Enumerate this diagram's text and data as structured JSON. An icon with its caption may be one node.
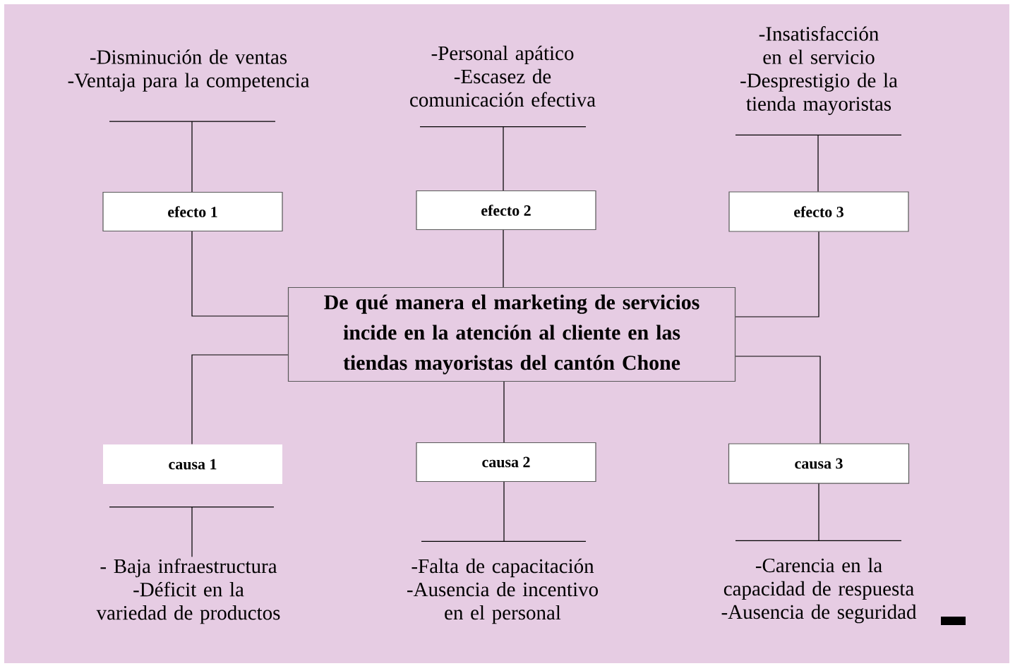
{
  "diagram": {
    "nodes": [
      {
        "text": [
          "-Disminución de ventas",
          "-Ventaja para la competencia"
        ]
      },
      {
        "text": [
          "-Personal apático",
          "-Escasez de comunicación efectiva"
        ]
      },
      {
        "text": [
          "-Insatisfacción en el servicio",
          "-Desprestigio de la tienda mayoristas"
        ]
      },
      {
        "text": [
          "efecto 1"
        ]
      },
      {
        "text": [
          "efecto 2"
        ]
      },
      {
        "text": [
          "efecto 3"
        ]
      },
      {
        "text": [
          "De qué manera el marketing de servicios incide en la atención al cliente en las tiendas mayoristas del cantón Chone"
        ]
      },
      {
        "text": [
          "causa 1"
        ]
      },
      {
        "text": [
          "causa 2"
        ]
      },
      {
        "text": [
          "causa 3"
        ]
      },
      {
        "text": [
          "- Baja infraestructura",
          "-Déficit en la variedad de productos"
        ]
      },
      {
        "text": [
          "-Falta de capacitación",
          "-Ausencia de incentivo en el personal"
        ]
      },
      {
        "text": [
          "-Carencia en la capacidad de respuesta",
          "-Ausencia de seguridad"
        ]
      }
    ],
    "edges": [
      {
        "from": 0,
        "to": 3,
        "arrow": "none"
      },
      {
        "from": 1,
        "to": 4,
        "arrow": "none"
      },
      {
        "from": 2,
        "to": 5,
        "arrow": "none"
      },
      {
        "from": 3,
        "to": 6,
        "arrow": "none"
      },
      {
        "from": 4,
        "to": 6,
        "arrow": "none"
      },
      {
        "from": 5,
        "to": 6,
        "arrow": "none"
      },
      {
        "from": 6,
        "to": 7,
        "arrow": "none"
      },
      {
        "from": 6,
        "to": 8,
        "arrow": "none"
      },
      {
        "from": 6,
        "to": 9,
        "arrow": "none"
      },
      {
        "from": 7,
        "to": 10,
        "arrow": "none"
      },
      {
        "from": 8,
        "to": 11,
        "arrow": "none"
      },
      {
        "from": 9,
        "to": 12,
        "arrow": "none"
      }
    ]
  }
}
